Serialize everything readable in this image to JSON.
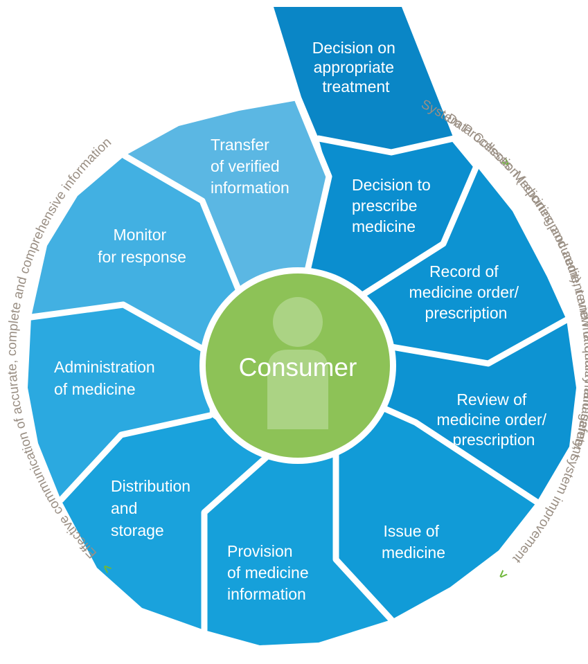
{
  "center": {
    "label": "Consumer"
  },
  "segments": [
    {
      "id": "decision-treatment",
      "lines": [
        "Decision on",
        "appropriate",
        "treatment"
      ],
      "color": "#0a86c6"
    },
    {
      "id": "decision-prescribe",
      "lines": [
        "Decision to",
        "prescribe",
        "medicine"
      ],
      "color": "#0b8ecf"
    },
    {
      "id": "record-order",
      "lines": [
        "Record of",
        "medicine order/",
        "prescription"
      ],
      "color": "#0d93d2"
    },
    {
      "id": "review-order",
      "lines": [
        "Review of",
        "medicine order/",
        "prescription"
      ],
      "color": "#0d93d2"
    },
    {
      "id": "issue-medicine",
      "lines": [
        "Issue of",
        "medicine"
      ],
      "color": "#119bd7"
    },
    {
      "id": "provision-info",
      "lines": [
        "Provision",
        "of medicine",
        "information"
      ],
      "color": "#16a0da"
    },
    {
      "id": "distribution-storage",
      "lines": [
        "Distribution",
        "and",
        "storage"
      ],
      "color": "#1aa2dc"
    },
    {
      "id": "administration",
      "lines": [
        "Administration",
        "of medicine"
      ],
      "color": "#2ba9e0"
    },
    {
      "id": "monitor-response",
      "lines": [
        "Monitor",
        "for response"
      ],
      "color": "#42b0e2"
    },
    {
      "id": "transfer-info",
      "lines": [
        "Transfer",
        "of verified",
        "information"
      ],
      "color": "#5bb7e3"
    }
  ],
  "outer_ring": {
    "system_processes": "System Processes",
    "procurement": "Medicines procurement and materials management",
    "data_collection": "Data Collection (reporting and audit), review of quality and safety, system improvement",
    "communication": "Effective communication of accurate, complete and comprehensive information",
    "arrow_glyph": ">",
    "arrow_color": "#6fb73a",
    "text_color": "#9a8f84"
  },
  "colors": {
    "center_fill": "#8dc257",
    "person_fill": "#abd384",
    "divider": "#ffffff"
  }
}
